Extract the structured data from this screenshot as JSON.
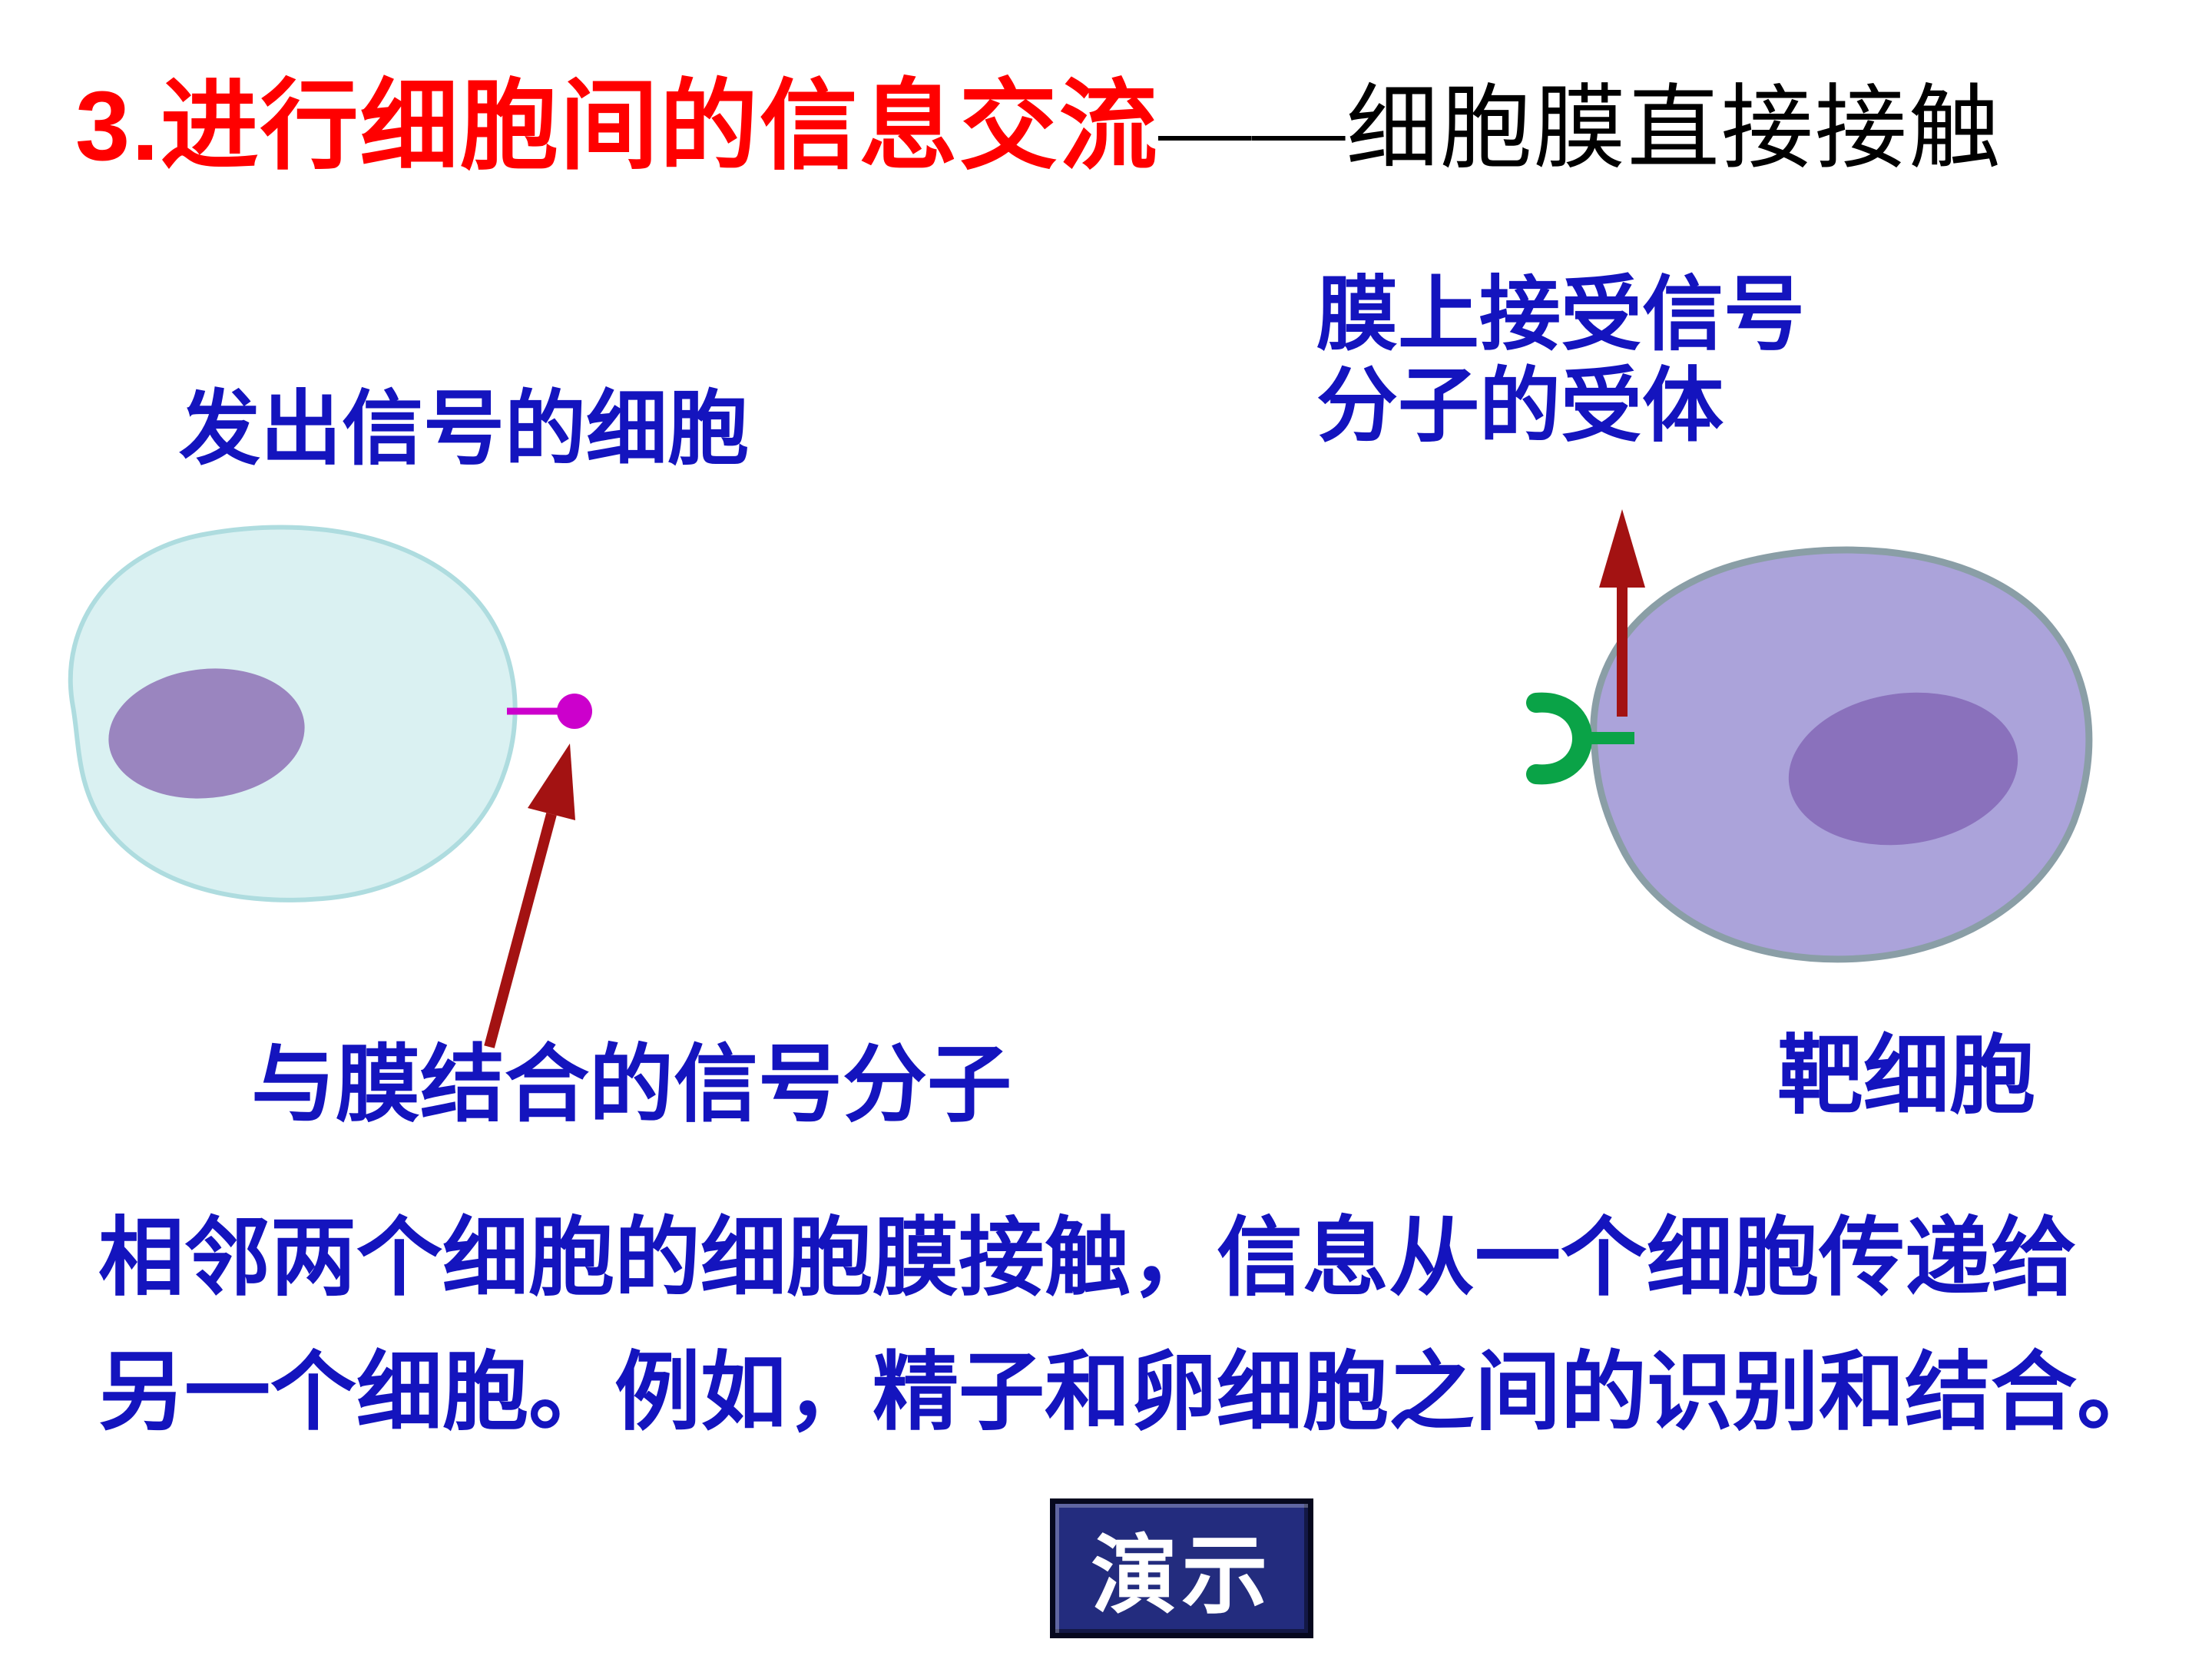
{
  "title": {
    "red_part": "3.进行细胞间的信息交流",
    "black_part": "——细胞膜直接接触"
  },
  "diagram": {
    "signal_cell_label": "发出信号的细胞",
    "receptor_label_line1": "膜上接受信号",
    "receptor_label_line2": "分子的受体",
    "molecule_label": "与膜结合的信号分子",
    "target_cell_label": "靶细胞"
  },
  "body_text": {
    "line1": "相邻两个细胞的细胞膜接触，信息从一个细胞传递给",
    "line2": "另一个细胞。例如，精子和卵细胞之间的识别和结合。"
  },
  "demo_button": {
    "label": "演示"
  },
  "colors": {
    "title_red": "#FF0000",
    "title_black": "#000000",
    "text_blue": "#1414BE",
    "arrow_red": "#A31212",
    "signal_cell_fill": "#DAF1F2",
    "signal_cell_stroke": "#AEDCDF",
    "nucleus_light": "#9A85BF",
    "target_cell_fill": "#ABA3DA",
    "target_cell_stroke": "#8A9EA6",
    "nucleus_dark": "#8A71BC",
    "molecule_magenta": "#CC00CC",
    "receptor_green": "#0AA347",
    "button_bg": "#232C7E",
    "button_text": "#FFFFFF"
  }
}
